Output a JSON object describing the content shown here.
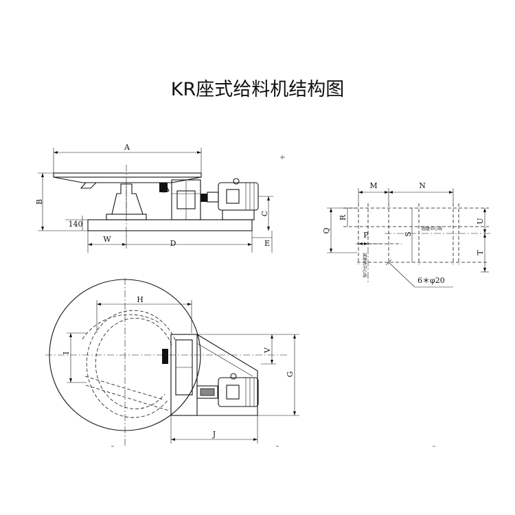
{
  "title": "KR座式给料机结构图",
  "front_view": {
    "labels": {
      "A": "A",
      "B": "B",
      "C": "C",
      "D": "D",
      "E": "E",
      "W": "W",
      "dim_140": "140"
    }
  },
  "plan_view": {
    "labels": {
      "H": "H",
      "I": "I",
      "J": "J",
      "G": "G",
      "V": "V"
    }
  },
  "bolt_detail": {
    "labels": {
      "M": "M",
      "N": "N",
      "Q": "Q",
      "R": "R",
      "P": "P",
      "S": "S",
      "U": "U",
      "T": "T",
      "holes": "6＊φ20",
      "disc_center": "圆盘中心线",
      "reducer_center": "减速机中心线"
    }
  }
}
